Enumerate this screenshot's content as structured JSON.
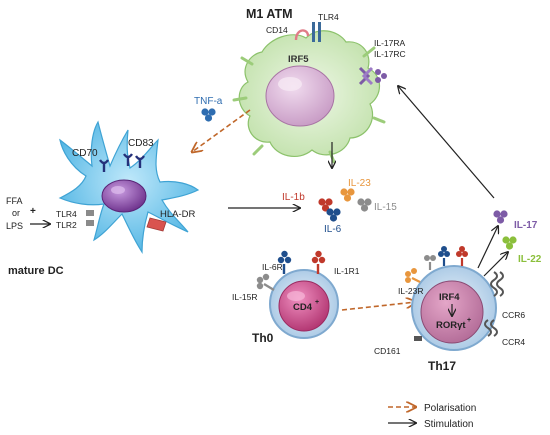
{
  "title": "M1 ATM",
  "dc": {
    "label": "mature DC",
    "cd70": "CD70",
    "cd83": "CD83",
    "tlr4": "TLR4",
    "tlr2": "TLR2",
    "hladr": "HLA-DR"
  },
  "stimuli": {
    "ffa": "FFA",
    "or": "or",
    "lps": "LPS",
    "plus": "+"
  },
  "macrophage": {
    "cd14": "CD14",
    "tlr4": "TLR4",
    "irf5": "IRF5",
    "il17ra": "IL-17RA",
    "il17rc": "IL-17RC"
  },
  "cytokines": {
    "tnfa": "TNF-a",
    "il1b": "IL-1b",
    "il23": "IL-23",
    "il15": "IL-15",
    "il6": "IL-6",
    "il17": "IL-17",
    "il22": "IL-22"
  },
  "th0": {
    "label": "Th0",
    "cd4": "CD4",
    "cd4_sup": "+",
    "il6r": "IL-6R",
    "il1r1": "IL-1R1",
    "il15r": "IL-15R"
  },
  "th17": {
    "label": "Th17",
    "il23r": "IL-23R",
    "irf4": "IRF4",
    "rorgt": "RORγt",
    "rorgt_sup": "+",
    "ccr6": "CCR6",
    "ccr4": "CCR4",
    "cd161": "CD161"
  },
  "legend": {
    "polarisation": "Polarisation",
    "stimulation": "Stimulation"
  },
  "colors": {
    "macrophage_body": "#d7ecc9",
    "macrophage_nucleus": "#d9b8d6",
    "dc_body": "#7fcdee",
    "dc_nucleus": "#8a4fa3",
    "cd4_cell": "#c8def0",
    "cd4_nucleus": "#c64c86",
    "tnf": "#2f6db0",
    "il1b": "#c0392b",
    "il23": "#e8963d",
    "il15": "#8c8c8c",
    "il6": "#1f4e8c",
    "il17": "#7d5ba6",
    "il22": "#8bbf3c",
    "polarisation_arrow": "#c0672a"
  }
}
